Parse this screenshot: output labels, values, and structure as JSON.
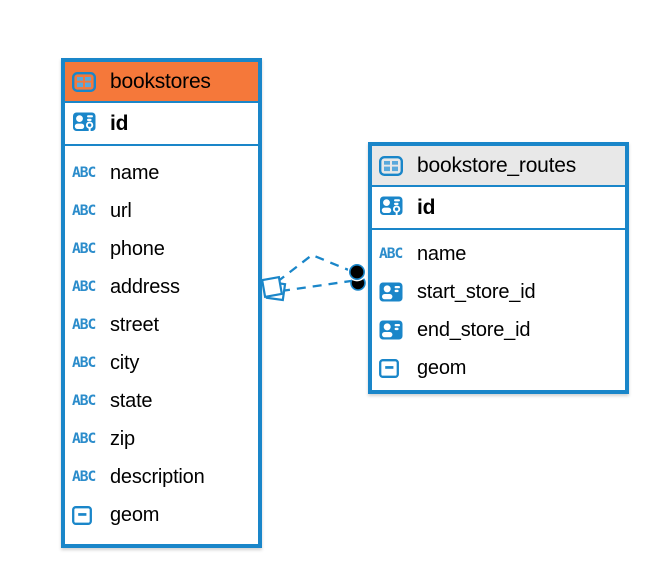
{
  "diagram": {
    "background": "#ffffff",
    "accent_color": "#1a86c9",
    "table_icon_cell_color": "#5aa9dc",
    "link_style": "dashed"
  },
  "icons": {
    "text_type_label": "ABC"
  },
  "tables": [
    {
      "name": "bookstores",
      "header_color": "#f5783a",
      "primary_key": {
        "name": "id"
      },
      "columns": [
        {
          "name": "name",
          "type": "text"
        },
        {
          "name": "url",
          "type": "text"
        },
        {
          "name": "phone",
          "type": "text"
        },
        {
          "name": "address",
          "type": "text"
        },
        {
          "name": "street",
          "type": "text"
        },
        {
          "name": "city",
          "type": "text"
        },
        {
          "name": "state",
          "type": "text"
        },
        {
          "name": "zip",
          "type": "text"
        },
        {
          "name": "description",
          "type": "text"
        },
        {
          "name": "geom",
          "type": "geometry"
        }
      ]
    },
    {
      "name": "bookstore_routes",
      "header_color": "#e8e8e8",
      "primary_key": {
        "name": "id"
      },
      "columns": [
        {
          "name": "name",
          "type": "text"
        },
        {
          "name": "start_store_id",
          "type": "reference"
        },
        {
          "name": "end_store_id",
          "type": "reference"
        },
        {
          "name": "geom",
          "type": "geometry"
        }
      ]
    }
  ],
  "relationships": [
    {
      "from_table": "bookstores",
      "from_column": "id",
      "to_table": "bookstore_routes",
      "to_column": "start_store_id",
      "line": "dashed",
      "parent_marker": "diamond",
      "child_marker": "filled-circle"
    },
    {
      "from_table": "bookstores",
      "from_column": "id",
      "to_table": "bookstore_routes",
      "to_column": "end_store_id",
      "line": "dashed",
      "parent_marker": "diamond",
      "child_marker": "filled-circle"
    }
  ]
}
